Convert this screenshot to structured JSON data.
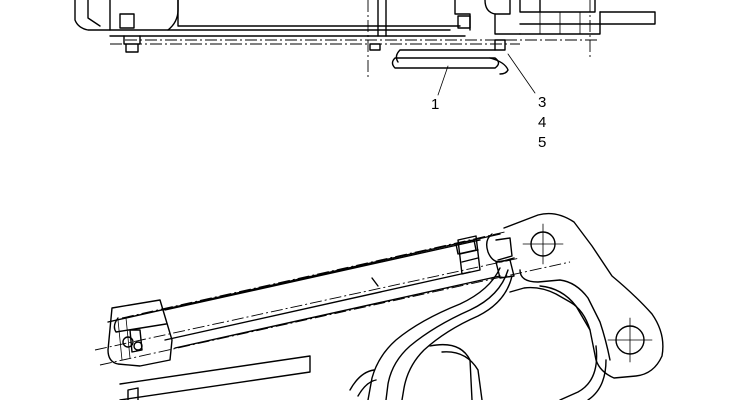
{
  "callouts": {
    "item_1": "1",
    "item_3": "3",
    "item_4": "4",
    "item_5": "5"
  },
  "colors": {
    "line": "#000000",
    "background": "#ffffff"
  }
}
